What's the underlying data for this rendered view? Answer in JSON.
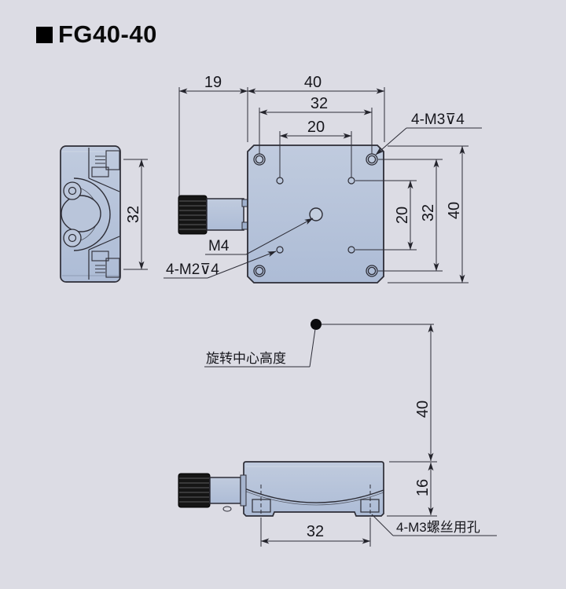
{
  "title": {
    "text": "FG40-40"
  },
  "colors": {
    "background": "#dcdce4",
    "part_fill": "#b4c1d8",
    "outline": "#2d2d36",
    "knob": "#151515"
  },
  "side_view": {
    "dim_hole_spacing": "32"
  },
  "top_view": {
    "dim_knob_length": "19",
    "dim_body_width": "40",
    "dim_hole_spacing_h": "32",
    "dim_inner_hole_spacing_h": "20",
    "dim_inner_hole_spacing_v": "20",
    "dim_hole_spacing_v": "32",
    "dim_body_height": "40",
    "label_corner_holes": "4-M3⊽4",
    "label_center_hole": "M4",
    "label_inner_holes": "4-M2⊽4"
  },
  "front_view": {
    "label_rotation_center": "旋转中心高度",
    "dim_rotation_center_height": "40",
    "dim_base_height": "16",
    "dim_mount_hole_spacing": "32",
    "label_mount_holes": "4-M3螺丝用孔"
  }
}
